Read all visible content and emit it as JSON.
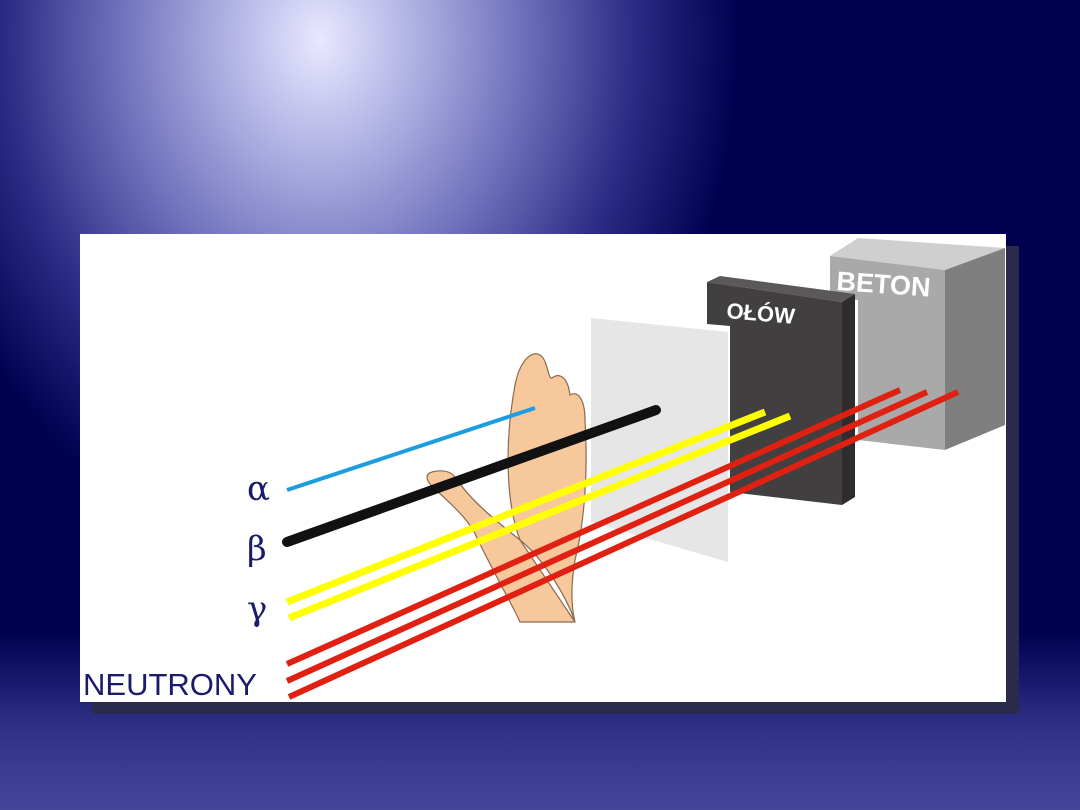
{
  "diagram": {
    "labels": {
      "alpha": "α",
      "beta": "β",
      "gamma": "γ",
      "neutrons": "NEUTRONY"
    },
    "barriers": {
      "lead": "OŁÓW",
      "concrete": "BETON"
    },
    "colors": {
      "background": "#000050",
      "alpha": "#1a9ee0",
      "beta": "#111111",
      "gamma": "#ffff00",
      "neutrons": "#e02010",
      "label": "#1b1b6a"
    }
  }
}
